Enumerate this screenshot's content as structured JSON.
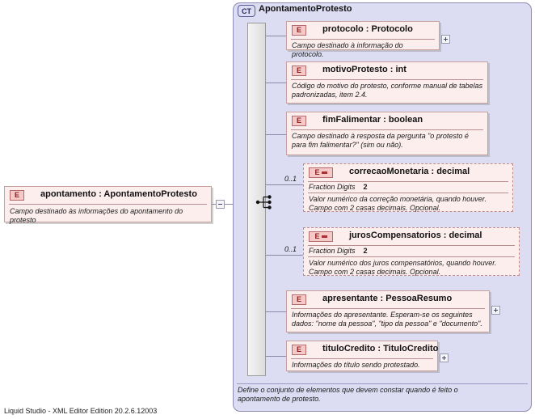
{
  "app": {
    "footer": "Liquid Studio - XML Editor Edition 20.2.6.12003"
  },
  "root_element": {
    "icon": "element-icon",
    "name": "apontamento : ApontamentoProtesto",
    "documentation": "Campo destinado às informações do apontamento do protesto",
    "expander": "collapse-button"
  },
  "complex_type": {
    "badge": "CT",
    "title": "ApontamentoProtesto",
    "documentation": "Define o conjunto de elementos que devem constar quando é feito o apontamento de protesto.",
    "compositor": "sequence-icon"
  },
  "elements": [
    {
      "name": "protocolo : Protocolo",
      "documentation": "Campo destinado à informação do protocolo.",
      "optional": false,
      "occurs": "",
      "facet_label": "",
      "facet_value": "",
      "expander": "expand-button"
    },
    {
      "name": "motivoProtesto : int",
      "documentation": "Código do motivo do protesto,  conforme manual de tabelas padronizadas, item 2.4.",
      "optional": false,
      "occurs": "",
      "facet_label": "",
      "facet_value": "",
      "expander": ""
    },
    {
      "name": "fimFalimentar : boolean",
      "documentation": "Campo destinado à resposta da pergunta \"o protesto é para fim falimentar?\" (sim ou não).",
      "optional": false,
      "occurs": "",
      "facet_label": "",
      "facet_value": "",
      "expander": ""
    },
    {
      "name": "correcaoMonetaria : decimal",
      "documentation": "Valor numérico da correção monetária, quando houver. Campo com 2 casas decimais. Opcional.",
      "optional": true,
      "occurs": "0..1",
      "facet_label": "Fraction Digits",
      "facet_value": "2",
      "expander": ""
    },
    {
      "name": "jurosCompensatorios : decimal",
      "documentation": "Valor numérico dos juros compensatórios, quando houver. Campo com 2 casas decimais. Opcional.",
      "optional": true,
      "occurs": "0..1",
      "facet_label": "Fraction Digits",
      "facet_value": "2",
      "expander": ""
    },
    {
      "name": "apresentante : PessoaResumo",
      "documentation": "Informações do apresentante. Esperam-se os seguintes dados: \"nome da pessoa\", \"tipo da pessoa\" e \"documento\".",
      "optional": false,
      "occurs": "",
      "facet_label": "",
      "facet_value": "",
      "expander": "expand-button"
    },
    {
      "name": "tituloCredito : TituloCredito",
      "documentation": "Informações do título sendo protestado.",
      "optional": false,
      "occurs": "",
      "facet_label": "",
      "facet_value": "",
      "expander": "expand-button"
    }
  ]
}
